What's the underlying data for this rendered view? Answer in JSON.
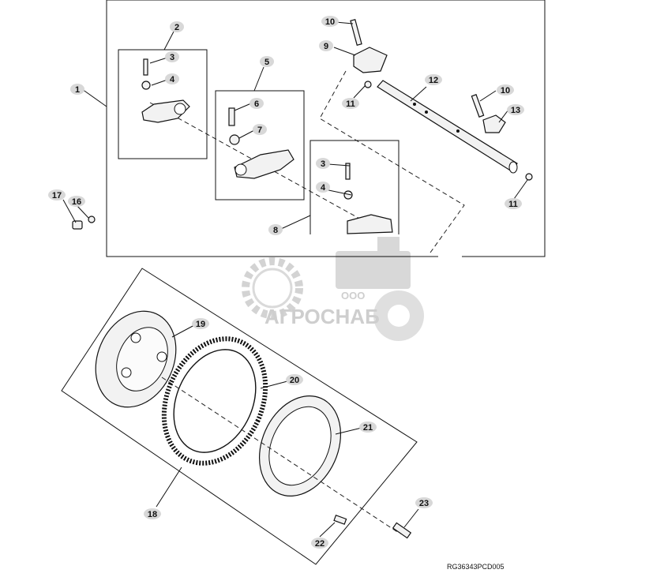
{
  "callouts": [
    {
      "id": "c1",
      "label": "1"
    },
    {
      "id": "c2",
      "label": "2"
    },
    {
      "id": "c3a",
      "label": "3"
    },
    {
      "id": "c4a",
      "label": "4"
    },
    {
      "id": "c5",
      "label": "5"
    },
    {
      "id": "c6",
      "label": "6"
    },
    {
      "id": "c7",
      "label": "7"
    },
    {
      "id": "c3b",
      "label": "3"
    },
    {
      "id": "c4b",
      "label": "4"
    },
    {
      "id": "c8",
      "label": "8"
    },
    {
      "id": "c9",
      "label": "9"
    },
    {
      "id": "c10a",
      "label": "10"
    },
    {
      "id": "c10b",
      "label": "10"
    },
    {
      "id": "c11a",
      "label": "11"
    },
    {
      "id": "c11b",
      "label": "11"
    },
    {
      "id": "c12",
      "label": "12"
    },
    {
      "id": "c13",
      "label": "13"
    },
    {
      "id": "c16",
      "label": "16"
    },
    {
      "id": "c17",
      "label": "17"
    },
    {
      "id": "c18",
      "label": "18"
    },
    {
      "id": "c19",
      "label": "19"
    },
    {
      "id": "c20",
      "label": "20"
    },
    {
      "id": "c21",
      "label": "21"
    },
    {
      "id": "c22",
      "label": "22"
    },
    {
      "id": "c23",
      "label": "23"
    }
  ],
  "watermark": {
    "prefix": "ООО",
    "name": "АГРОСНАБ"
  },
  "reference_code": "RG36343PCD005"
}
